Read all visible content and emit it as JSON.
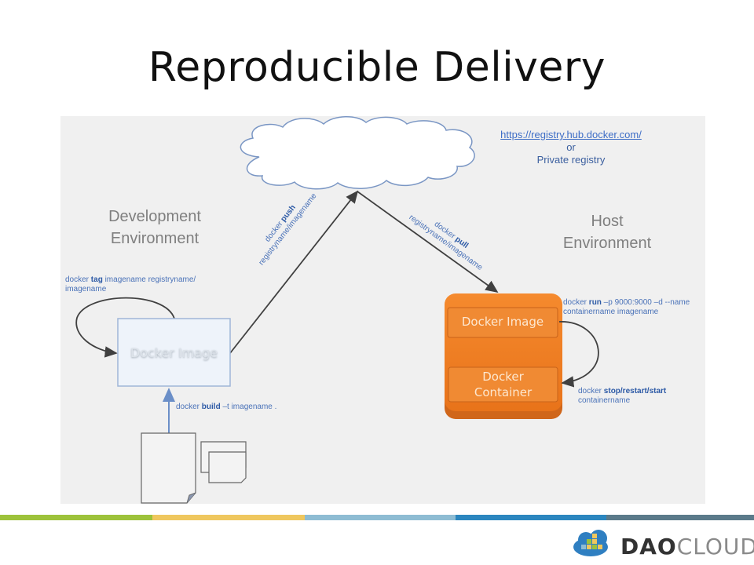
{
  "slide": {
    "title": "Reproducible Delivery"
  },
  "diagram": {
    "registry": {
      "url": "https://registry.hub.docker.com/",
      "or": "or",
      "private": "Private registry"
    },
    "dev_env": {
      "line1": "Development",
      "line2": "Environment",
      "docker_image": "Docker Image"
    },
    "host_env": {
      "line1": "Host",
      "line2": "Environment",
      "docker_image": "Docker Image",
      "docker_container_line1": "Docker",
      "docker_container_line2": "Container"
    },
    "commands": {
      "tag": {
        "prefix": "docker ",
        "verb": "tag",
        "rest": " imagename registryname/",
        "line2": "imagename"
      },
      "push": {
        "prefix": "docker ",
        "verb": "push",
        "line2": "registryname/imagename"
      },
      "pull": {
        "prefix": "docker ",
        "verb": "pull",
        "line2": "registryname/imagename"
      },
      "build": {
        "prefix": "docker ",
        "verb": "build",
        "rest": " –t imagename ."
      },
      "run": {
        "prefix": "docker ",
        "verb": "run",
        "rest": " –p 9000:9000 –d --name",
        "line2": "containername imagename"
      },
      "stop": {
        "prefix": "docker ",
        "verb": "stop/restart/start",
        "line2": "containername"
      }
    },
    "colors": {
      "orange": "#f07c22",
      "arrow": "#404040",
      "command_blue": "#4a72b8"
    }
  },
  "footer": {
    "stripes": [
      "#9dc23b",
      "#efc75e",
      "#8ebcd3",
      "#2b86bf",
      "#5b7a8a"
    ],
    "logo": {
      "bold": "DAO",
      "light": "CLOUD",
      "icon": "cloud-blocks-icon"
    }
  }
}
